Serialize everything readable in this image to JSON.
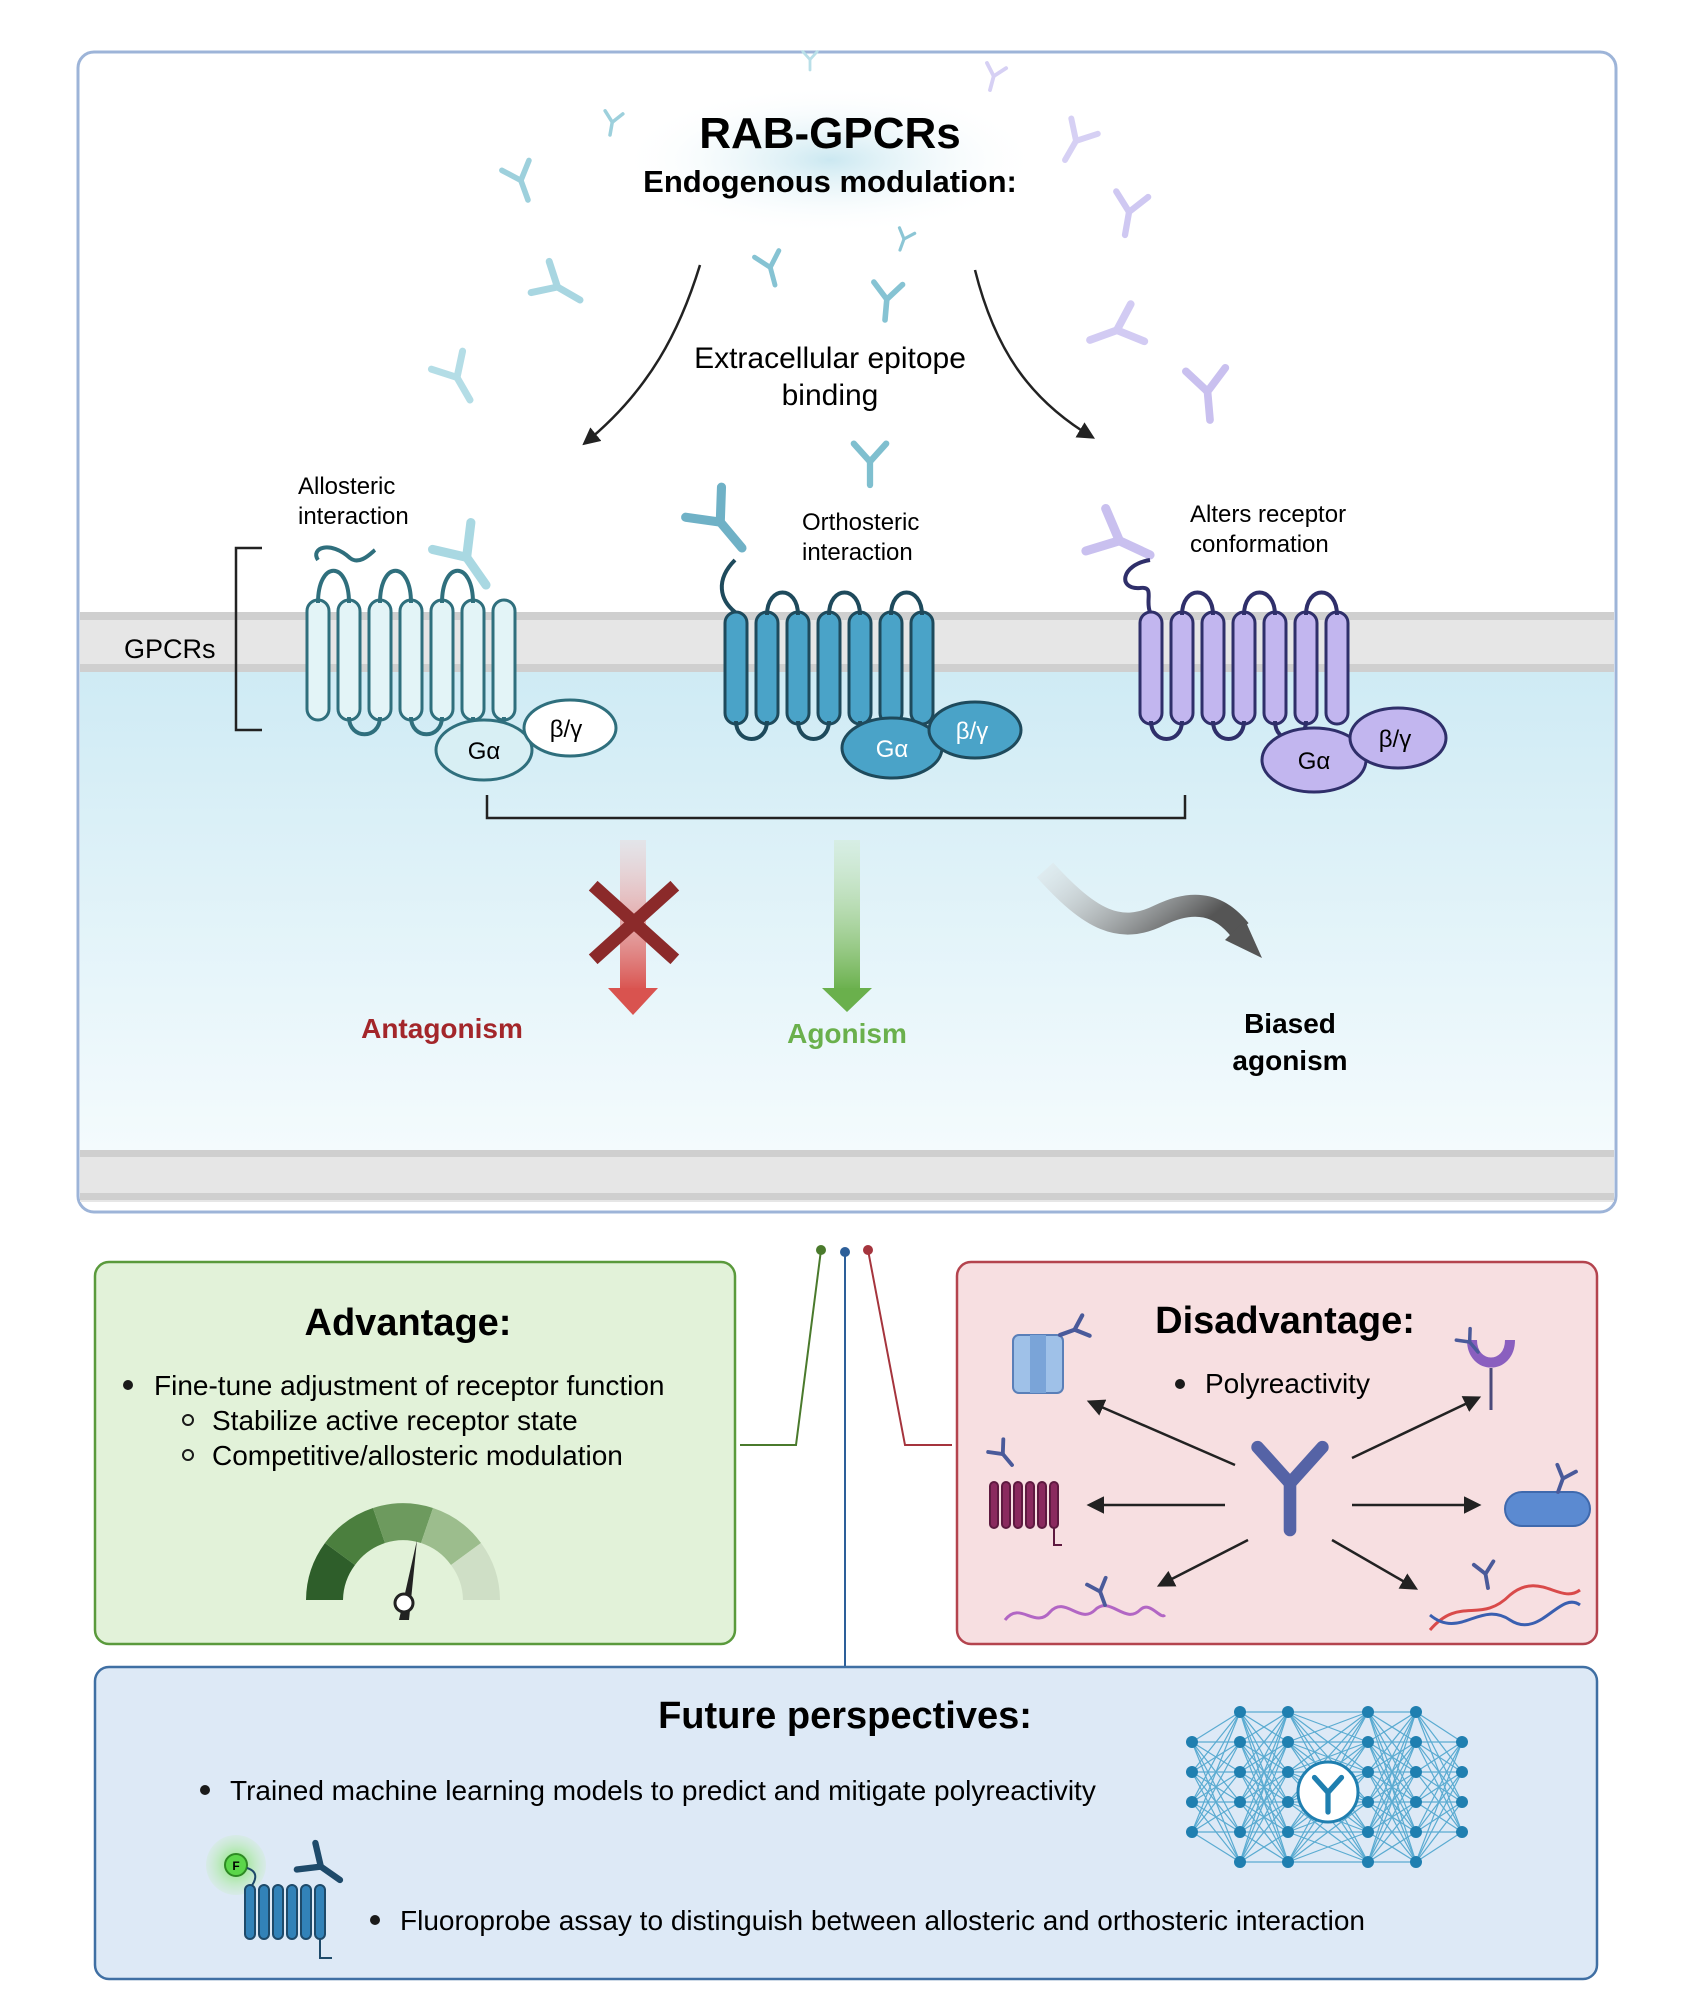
{
  "header": {
    "title": "RAB-GPCRs",
    "subtitle": "Endogenous modulation:",
    "binding_line1": "Extracellular epitope",
    "binding_line2": "binding"
  },
  "membrane": {
    "gpcrs_label": "GPCRs"
  },
  "receptors": [
    {
      "label_line1": "Allosteric",
      "label_line2": "interaction",
      "g_alpha": "Gα",
      "g_beta_gamma": "β/γ",
      "color": "#cfe9ee"
    },
    {
      "label_line1": "Orthosteric",
      "label_line2": "interaction",
      "g_alpha": "Gα",
      "g_beta_gamma": "β/γ",
      "color": "#4aa3c8"
    },
    {
      "label_line1": "Alters receptor",
      "label_line2": "conformation",
      "g_alpha": "Gα",
      "g_beta_gamma": "β/γ",
      "color": "#c2b6ef"
    }
  ],
  "outcomes": {
    "antagonism": "Antagonism",
    "agonism": "Agonism",
    "biased_line1": "Biased",
    "biased_line2": "agonism"
  },
  "advantage": {
    "title": "Advantage:",
    "bullet": "Fine-tune adjustment of receptor function",
    "sub1": "Stabilize active receptor state",
    "sub2": "Competitive/allosteric modulation"
  },
  "disadvantage": {
    "title": "Disadvantage:",
    "bullet": "Polyreactivity"
  },
  "future": {
    "title": "Future perspectives:",
    "bullet1": "Trained machine learning models to predict and mitigate polyreactivity",
    "bullet2": "Fluoroprobe assay to distinguish between allosteric and orthosteric interaction",
    "probe_letter": "F"
  },
  "colors": {
    "antagonism": "#a3262a",
    "agonism": "#6ab04c",
    "advantage_bg": "#e2f2d9",
    "advantage_border": "#5a9a3c",
    "disadvantage_bg": "#f7dfe1",
    "disadvantage_border": "#b4444e",
    "future_bg": "#dde9f6",
    "future_border": "#3f6fa3",
    "panel_border": "#9db4d8"
  }
}
